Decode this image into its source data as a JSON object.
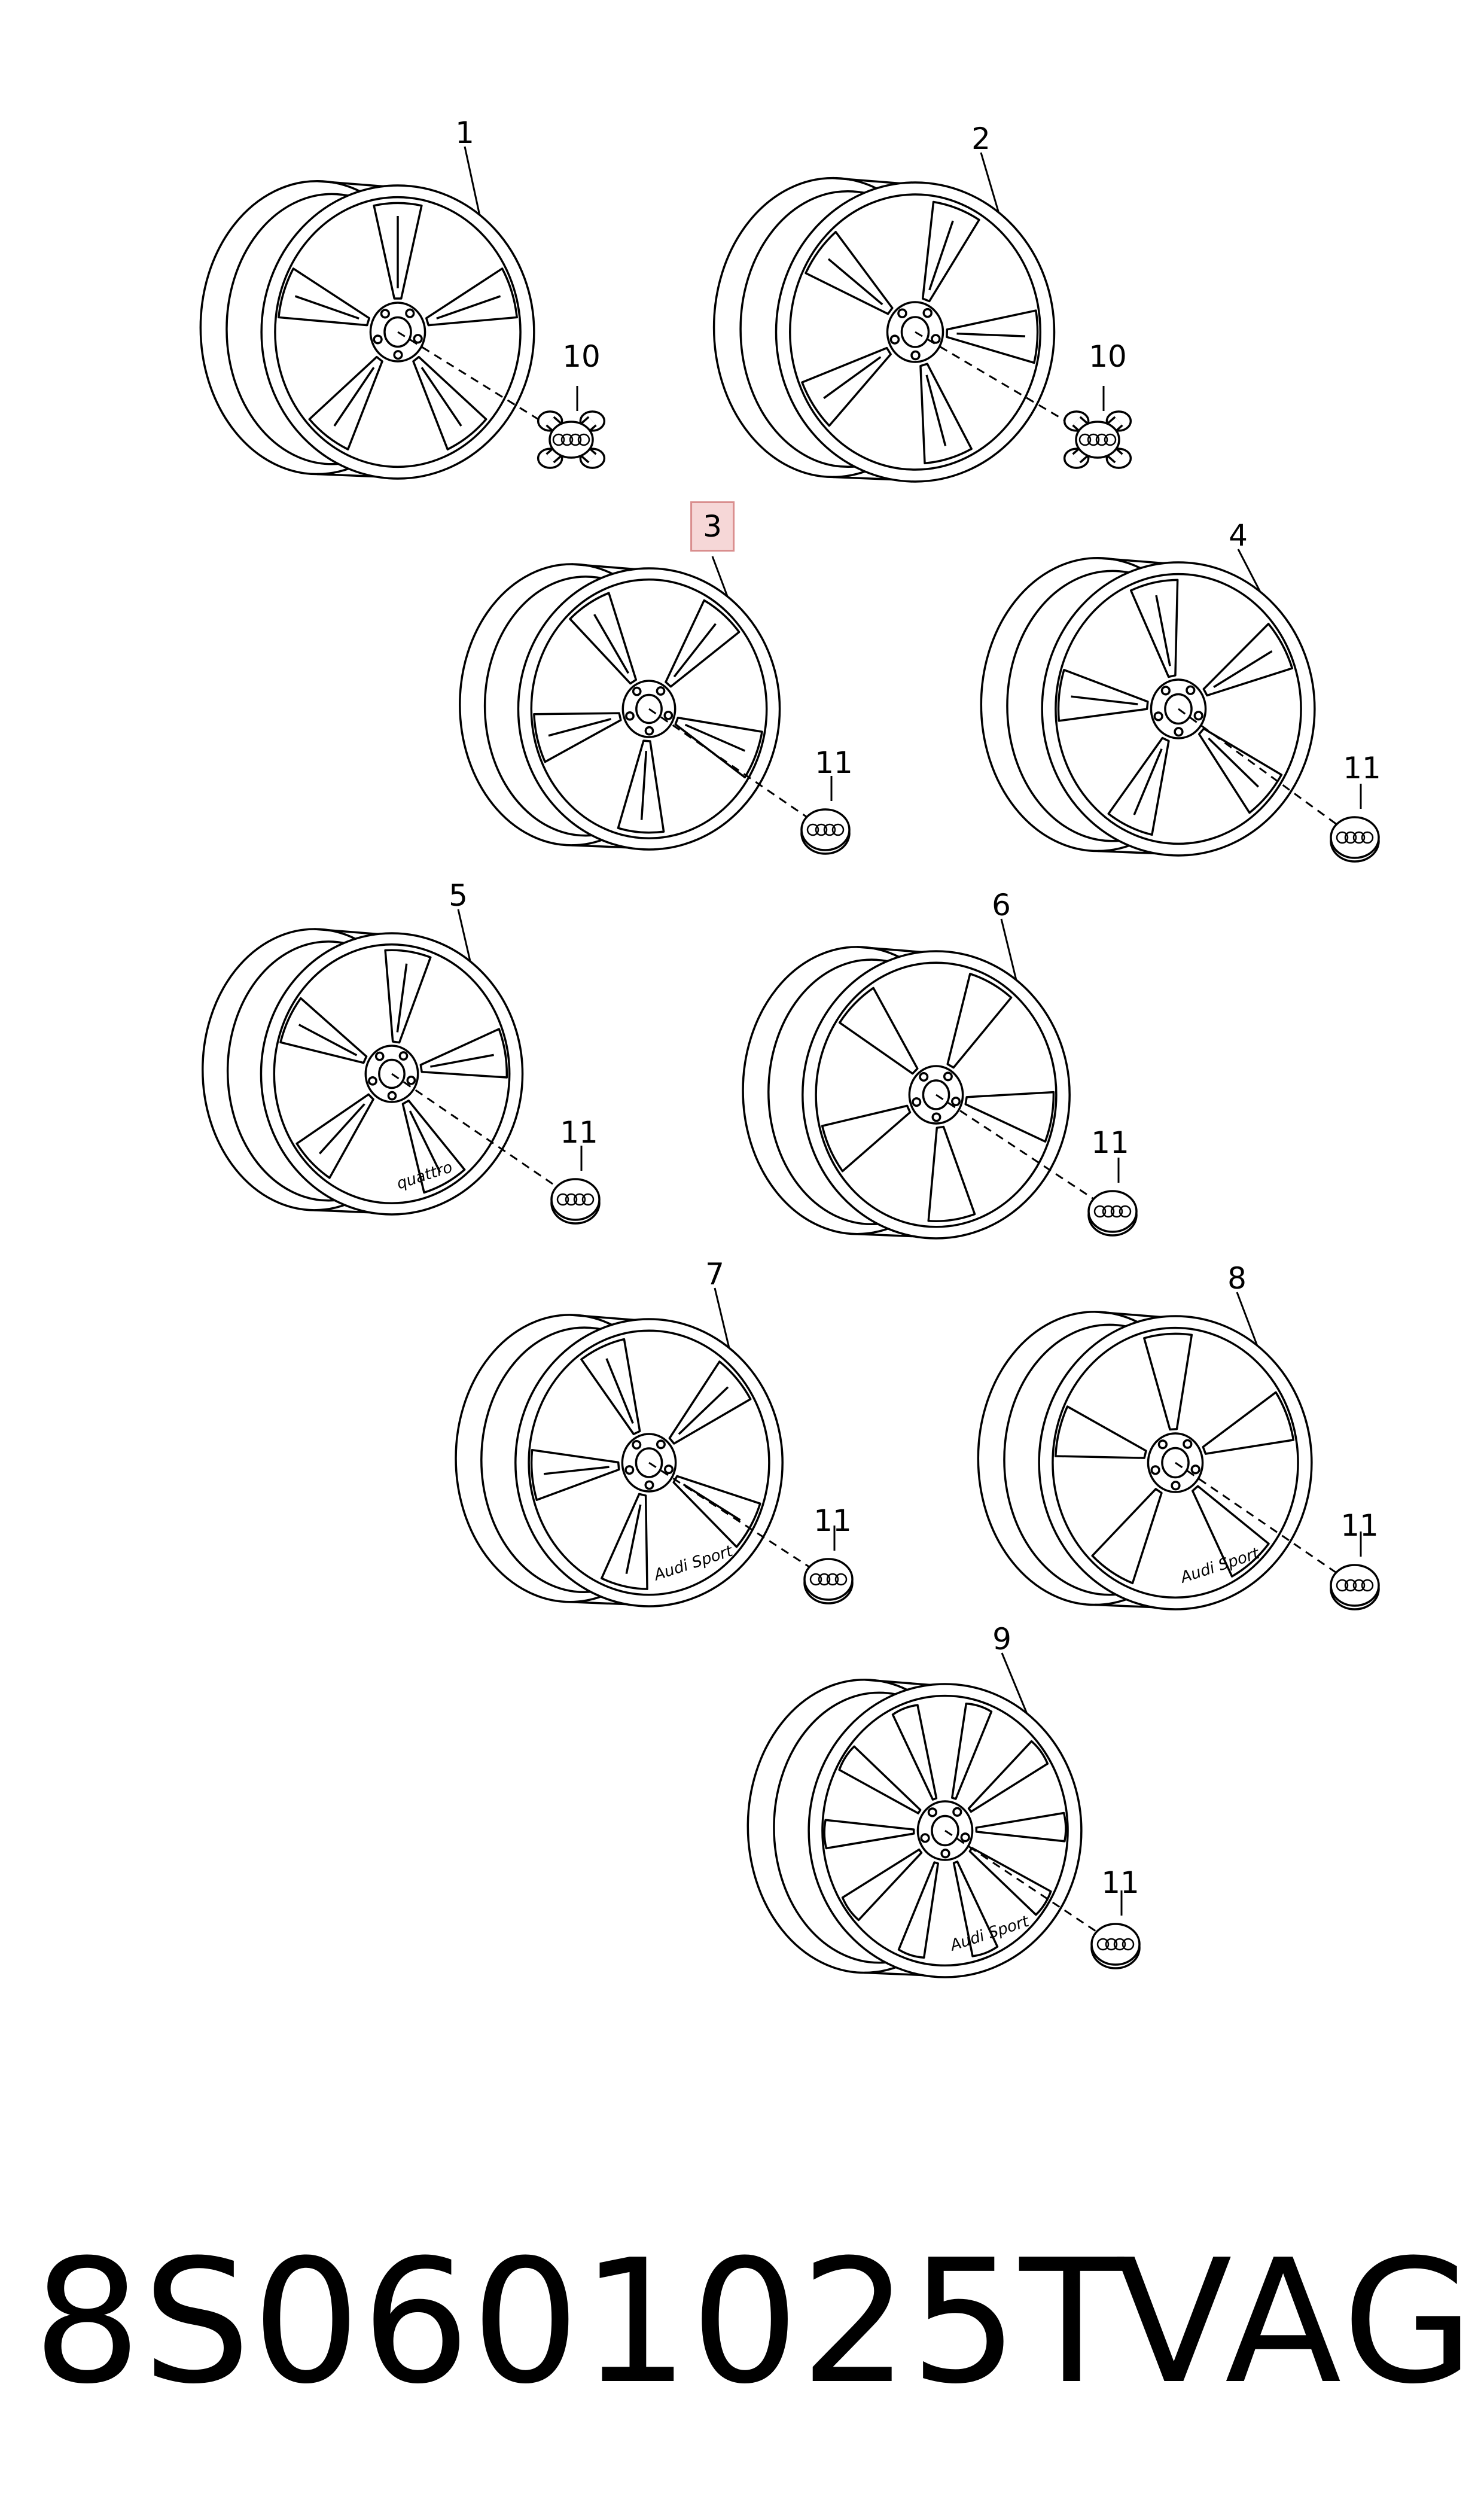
{
  "diagram": {
    "wheels": [
      {
        "label": "1",
        "spokes": 5,
        "split": true,
        "cap": "10"
      },
      {
        "label": "2",
        "spokes": 5,
        "split": true,
        "cap": "10"
      },
      {
        "label": "3",
        "spokes": 5,
        "split": true,
        "cap": "11",
        "highlighted": true
      },
      {
        "label": "4",
        "spokes": 5,
        "split": true,
        "cap": "11"
      },
      {
        "label": "5",
        "spokes": 5,
        "split": true,
        "cap": "11",
        "rim_text": "quattro"
      },
      {
        "label": "6",
        "spokes": 5,
        "split": false,
        "cap": "11"
      },
      {
        "label": "7",
        "spokes": 5,
        "split": true,
        "cap": "11",
        "rim_text": "Audi Sport"
      },
      {
        "label": "8",
        "spokes": 5,
        "split": false,
        "cap": "11",
        "rim_text": "Audi Sport"
      },
      {
        "label": "9",
        "spokes": 10,
        "split": false,
        "cap": "11",
        "rim_text": "Audi Sport"
      }
    ],
    "callouts": [
      "1",
      "2",
      "3",
      "4",
      "5",
      "6",
      "7",
      "8",
      "9",
      "10",
      "10",
      "11",
      "11",
      "11",
      "11",
      "11",
      "11",
      "11"
    ],
    "highlight_color": "#f6d7d7",
    "line_color": "#000000"
  },
  "footer": {
    "part_number": "8S0601025T",
    "brand": "VAG"
  }
}
